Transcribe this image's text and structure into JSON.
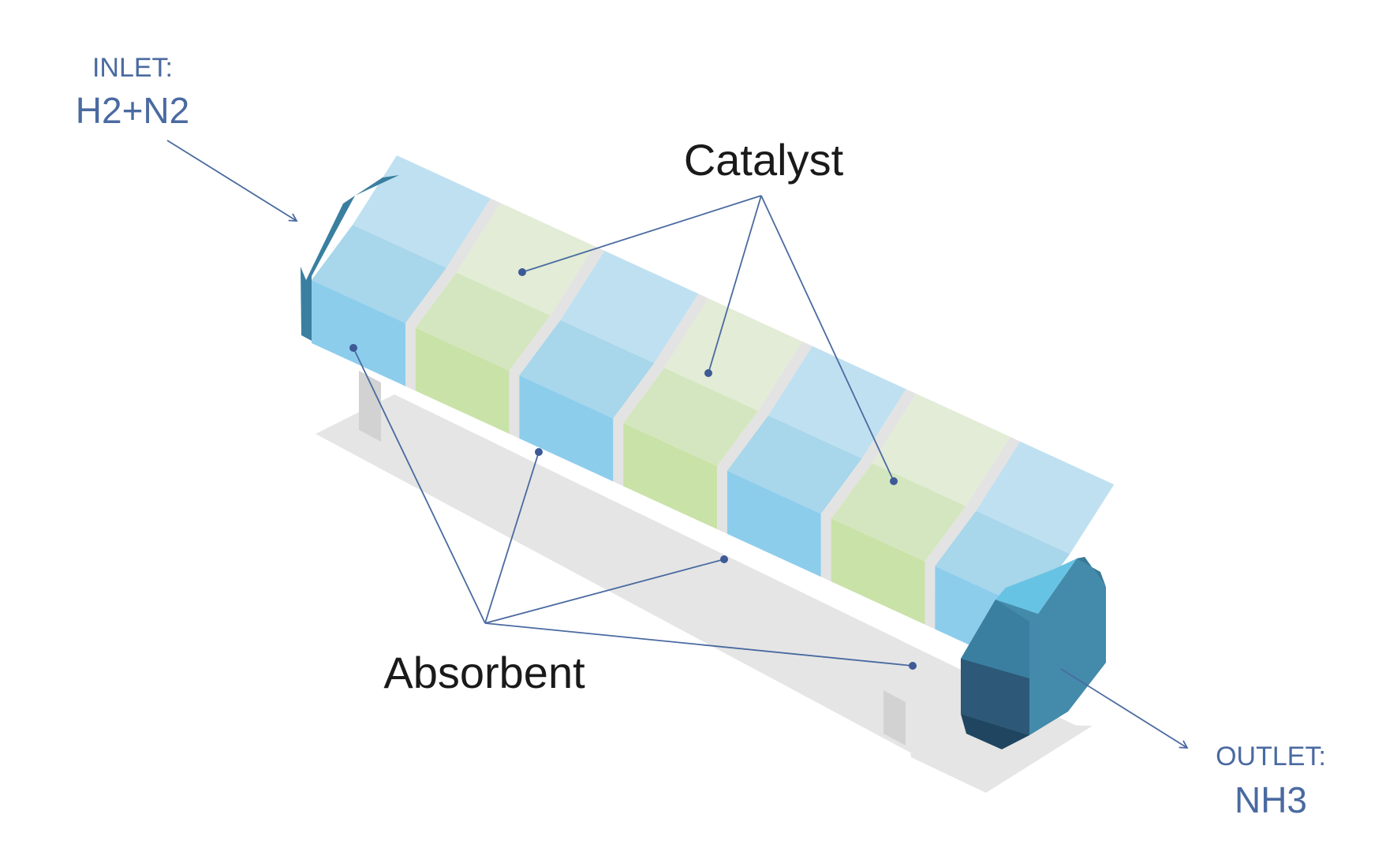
{
  "labels": {
    "inlet_title": "INLET:",
    "inlet_value": "H2+N2",
    "catalyst": "Catalyst",
    "absorbent": "Absorbent",
    "outlet_title": "OUTLET:",
    "outlet_value": "NH3"
  },
  "segments": [
    "absorbent",
    "catalyst",
    "absorbent",
    "catalyst",
    "absorbent",
    "catalyst",
    "absorbent"
  ],
  "colors": {
    "label_blue": "#4a6aa0",
    "label_dark": "#1a1a1a",
    "absorbent_top": "#bfe0f0",
    "absorbent_mid": "#a8d6ea",
    "absorbent_low": "#8dcdec",
    "catalyst_top": "#e2ecd6",
    "catalyst_mid": "#d4e6bf",
    "catalyst_low": "#c9e2a8",
    "separator": "#e3e3e3",
    "shadow": "#e5e5e5",
    "support": "#d2d2d2",
    "cap_face": "#438aab",
    "cap_dark": "#2d5877",
    "cap_light": "#67c3e3"
  }
}
